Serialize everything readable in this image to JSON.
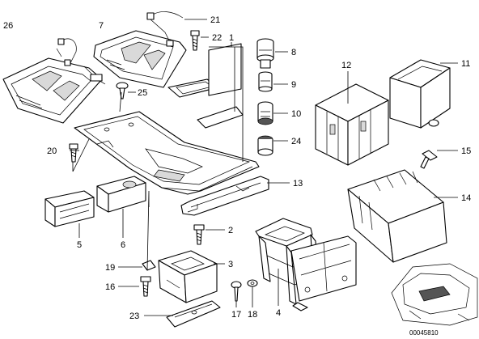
{
  "reference_code": "00045810",
  "callouts": [
    {
      "id": "26",
      "text": "26"
    },
    {
      "id": "7",
      "text": "7"
    },
    {
      "id": "21",
      "text": "21"
    },
    {
      "id": "22",
      "text": "22"
    },
    {
      "id": "1",
      "text": "1"
    },
    {
      "id": "8",
      "text": "8"
    },
    {
      "id": "9",
      "text": "9"
    },
    {
      "id": "10",
      "text": "10"
    },
    {
      "id": "24",
      "text": "24"
    },
    {
      "id": "12",
      "text": "12"
    },
    {
      "id": "11",
      "text": "11"
    },
    {
      "id": "25",
      "text": "25"
    },
    {
      "id": "20",
      "text": "20"
    },
    {
      "id": "15",
      "text": "15"
    },
    {
      "id": "13",
      "text": "13"
    },
    {
      "id": "14",
      "text": "14"
    },
    {
      "id": "2",
      "text": "2"
    },
    {
      "id": "5",
      "text": "5"
    },
    {
      "id": "6",
      "text": "6"
    },
    {
      "id": "3",
      "text": "3"
    },
    {
      "id": "19",
      "text": "19"
    },
    {
      "id": "16",
      "text": "16"
    },
    {
      "id": "17",
      "text": "17"
    },
    {
      "id": "18",
      "text": "18"
    },
    {
      "id": "4",
      "text": "4"
    },
    {
      "id": "23",
      "text": "23"
    }
  ]
}
